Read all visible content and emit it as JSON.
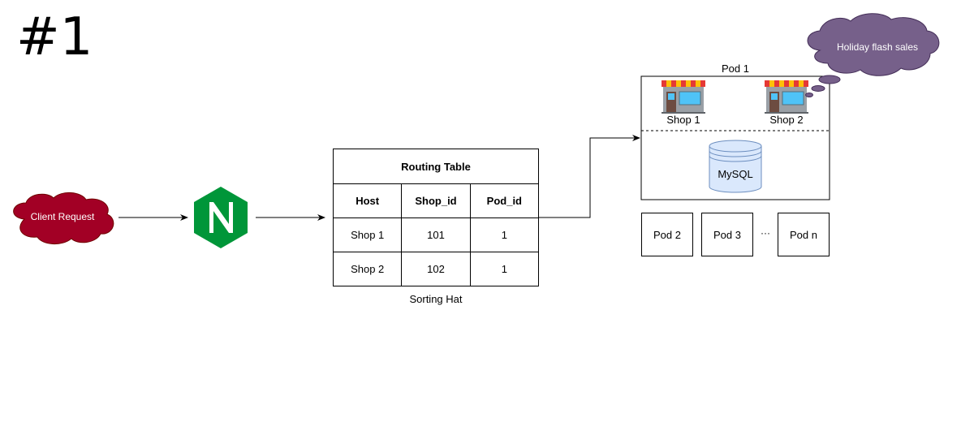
{
  "heading": "#1",
  "client_request": {
    "label": "Client Request",
    "color": "#a20025"
  },
  "nginx": {
    "icon": "nginx-logo-icon",
    "letter": "N",
    "color": "#009639"
  },
  "routing_table": {
    "title": "Routing Table",
    "columns": [
      "Host",
      "Shop_id",
      "Pod_id"
    ],
    "rows": [
      [
        "Shop 1",
        "101",
        "1"
      ],
      [
        "Shop 2",
        "102",
        "1"
      ]
    ],
    "caption": "Sorting Hat"
  },
  "pod1": {
    "label": "Pod 1",
    "shops": [
      {
        "label": "Shop 1",
        "icon": "storefront-icon"
      },
      {
        "label": "Shop 2",
        "icon": "storefront-icon"
      }
    ],
    "database": {
      "label": "MySQL",
      "icon": "database-icon",
      "color": "#dae8fc"
    }
  },
  "other_pods": {
    "pods": [
      "Pod 2",
      "Pod 3",
      "Pod n"
    ],
    "ellipsis": "···"
  },
  "thought_bubble": {
    "label": "Holiday flash sales",
    "color": "#76608a"
  }
}
